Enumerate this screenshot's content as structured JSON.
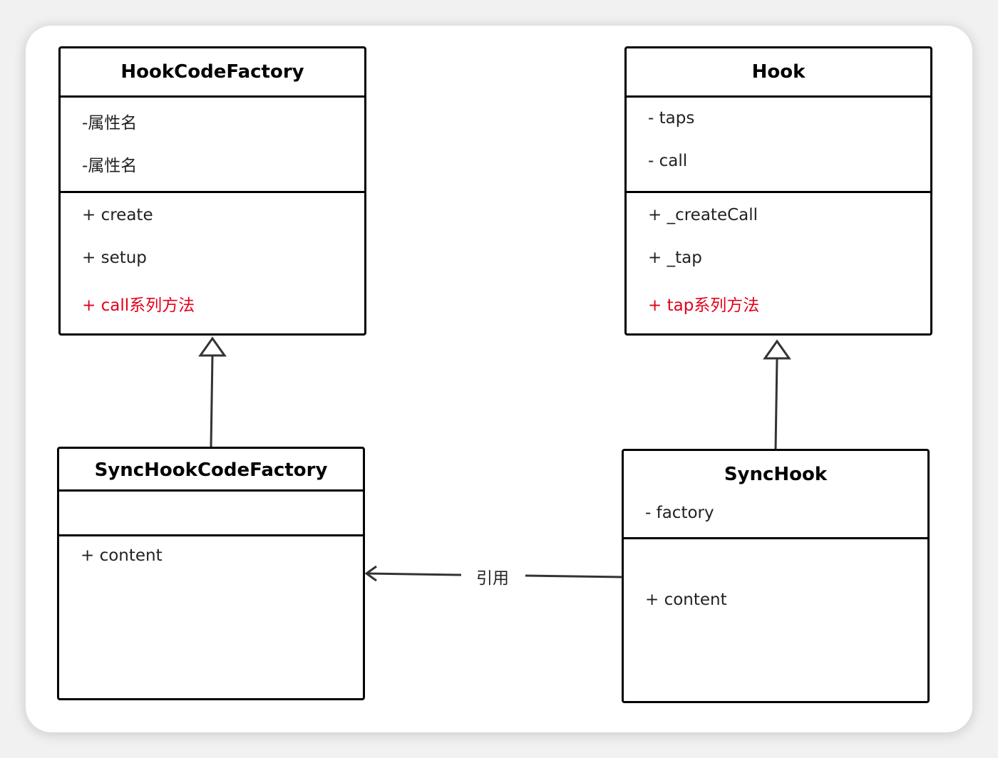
{
  "classes": {
    "hook_code_factory": {
      "name": "HookCodeFactory",
      "attributes": [
        "-属性名",
        "-属性名"
      ],
      "methods": [
        "+ create",
        "+ setup",
        "+ call系列方法"
      ]
    },
    "hook": {
      "name": "Hook",
      "attributes": [
        "- taps",
        "- call"
      ],
      "methods": [
        "+ _createCall",
        "+ _tap",
        "+ tap系列方法"
      ]
    },
    "sync_hook_code_factory": {
      "name": "SyncHookCodeFactory",
      "attributes": [],
      "methods": [
        "+ content"
      ]
    },
    "sync_hook": {
      "name": "SyncHook",
      "attributes": [
        "- factory"
      ],
      "methods": [
        "+ content"
      ]
    }
  },
  "relations": {
    "reference_label": "引用"
  },
  "colors": {
    "highlight": "#e3001b",
    "line": "#333333"
  }
}
